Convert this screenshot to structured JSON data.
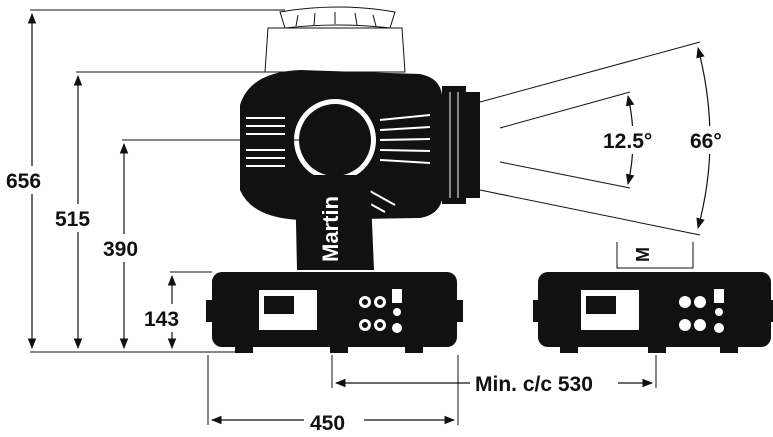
{
  "dimensions": {
    "total_height": "656",
    "head_height": "515",
    "pivot_height": "390",
    "base_height": "143",
    "base_width": "450",
    "spacing": "Min. c/c 530"
  },
  "beam_angles": {
    "narrow": "12.5°",
    "wide": "66°"
  },
  "brand": {
    "logo": "Martin"
  },
  "colors": {
    "ink": "#111111",
    "background": "#ffffff"
  }
}
